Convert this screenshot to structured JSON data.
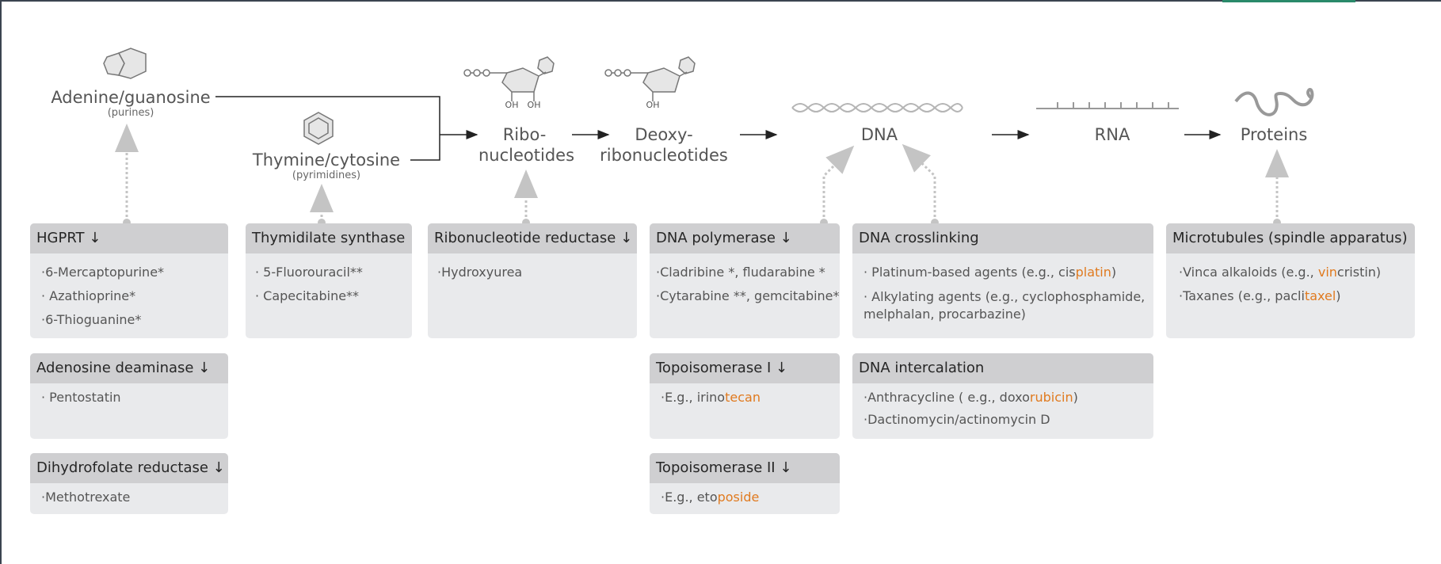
{
  "accent_color": "#e07a1f",
  "nodes": {
    "purines": {
      "label": "Adenine/guanosine",
      "sub": "(purines)"
    },
    "pyrimidines": {
      "label": "Thymine/cytosine",
      "sub": "(pyrimidines)"
    },
    "ribo": {
      "line1": "Ribo-",
      "line2": "nucleotides"
    },
    "deoxy": {
      "line1": "Deoxy-",
      "line2": "ribonucleotides"
    },
    "dna": {
      "label": "DNA"
    },
    "rna": {
      "label": "RNA"
    },
    "proteins": {
      "label": "Proteins"
    },
    "oh": "OH"
  },
  "boxes": {
    "hgprt": {
      "title": "HGPRT ↓",
      "items": [
        "·6-Mercaptopurine*",
        "· Azathioprine*",
        "·6-Thioguanine*"
      ]
    },
    "ada": {
      "title": "Adenosine deaminase  ↓",
      "items": [
        "· Pentostatin"
      ]
    },
    "dhfr": {
      "title": "Dihydrofolate reductase  ↓",
      "items": [
        "·Methotrexate"
      ]
    },
    "ts": {
      "title": "Thymidilate synthase ↓",
      "items": [
        "· 5-Fluorouracil**",
        "· Capecitabine**"
      ]
    },
    "rr": {
      "title": "Ribonucleotide reductase ↓",
      "items": [
        "·Hydroxyurea"
      ]
    },
    "dnapol": {
      "title": "DNA polymerase ↓",
      "items": [
        "·Cladribine *, fludarabine *",
        "·Cytarabine **, gemcitabine**"
      ]
    },
    "topo1": {
      "title": "Topoisomerase I  ↓",
      "item_pre": "·E.g., irino",
      "item_hl": "tecan"
    },
    "topo2": {
      "title": "Topoisomerase II  ↓",
      "item_pre": "·E.g., eto",
      "item_hl": "poside"
    },
    "crosslink": {
      "title": "DNA crosslinking",
      "item1_pre": "· Platinum-based agents (e.g., cis",
      "item1_hl": "platin",
      "item1_post": ")",
      "item2": "· Alkylating agents (e.g., cyclophosphamide, melphalan, procarbazine)"
    },
    "intercal": {
      "title": "DNA intercalation",
      "item1_pre": "·Anthracycline ( e.g., doxo",
      "item1_hl": "rubicin",
      "item1_post": ")",
      "item2": "·Dactinomycin/actinomycin D"
    },
    "micro": {
      "title": "Microtubules (spindle apparatus)",
      "item1_pre": "·Vinca alkaloids (e.g., ",
      "item1_hl": "vin",
      "item1_post": "cristin)",
      "item2_pre": "·Taxanes (e.g., pacli",
      "item2_hl": "taxel",
      "item2_post": ")"
    }
  }
}
